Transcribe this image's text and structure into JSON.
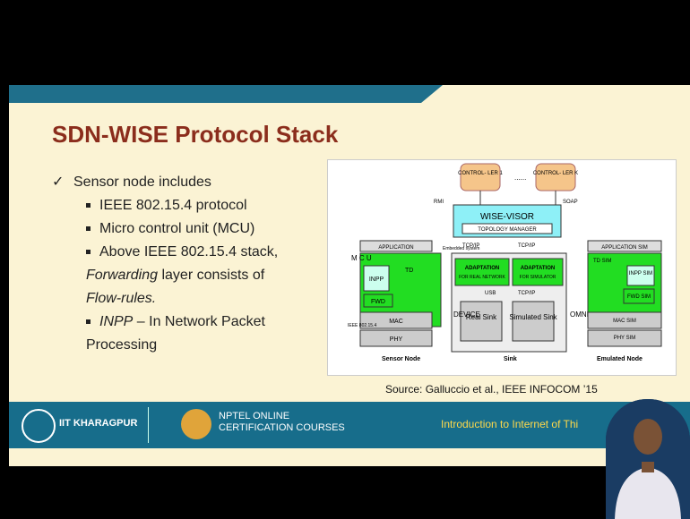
{
  "slide": {
    "title": "SDN-WISE Protocol Stack",
    "bullets": {
      "main": "Sensor node includes",
      "sub1": "IEEE 802.15.4 protocol",
      "sub2": "Micro control unit (MCU)",
      "sub3_line1": "Above IEEE 802.15.4 stack,",
      "sub3_line2_em": "Forwarding",
      "sub3_line2_rest": " layer consists of",
      "sub3_line3_em": "Flow-rules.",
      "sub4_em": "INPP",
      "sub4_rest": " – In Network Packet",
      "sub4_line2": "Processing"
    },
    "source": "Source: Galluccio et al., IEEE INFOCOM ’15"
  },
  "figure": {
    "controller1": "CONTROL-\nLER 1",
    "dots": "......",
    "controllerk": "CONTROL-\nLER K",
    "rmi": "RMI",
    "soap": "SOAP",
    "wisevisor": "WISE-VISOR",
    "topology": "TOPOLOGY MANAGER",
    "tcpip1": "TCP/IP",
    "tcpip2": "TCP/IP",
    "application": "APPLICATION",
    "application_sim": "APPLICATION SIM",
    "mcu": "M\nC\nU",
    "embedded": "Embedded system",
    "inpp": "INPP",
    "td": "TD",
    "fwd": "FWD",
    "mac": "MAC",
    "phy": "PHY",
    "ieee": "IEEE\n802.15.4",
    "adapt_real": "ADAPTATION",
    "adapt_real_sub": "FOR REAL NETWORK",
    "adapt_sim": "ADAPTATION",
    "adapt_sim_sub": "FOR SIMULATOR",
    "usb": "USB",
    "tcpip3": "TCP/IP",
    "device": "DEVICE",
    "real_sink": "Real\nSink",
    "sim_sink": "Simulated\nSink",
    "omnet": "OMNET++",
    "td_sim": "TD\nSIM",
    "inpp_sim": "INPP\nSIM",
    "fwd_sim": "FWD\nSIM",
    "mac_sim": "MAC\nSIM",
    "phy_sim": "PHY\nSIM",
    "label_sensor": "Sensor Node",
    "label_sink": "Sink",
    "label_emulated": "Emulated Node"
  },
  "footer": {
    "iit": "IIT KHARAGPUR",
    "nptel1": "NPTEL ONLINE",
    "nptel2": "CERTIFICATION COURSES",
    "course": "Introduction to Internet of Thi"
  },
  "colors": {
    "title": "#8b2d1c",
    "banner": "#1f6f8b",
    "green": "#22dd22",
    "cyan": "#8ef0f7",
    "controller": "#f5c58a"
  }
}
